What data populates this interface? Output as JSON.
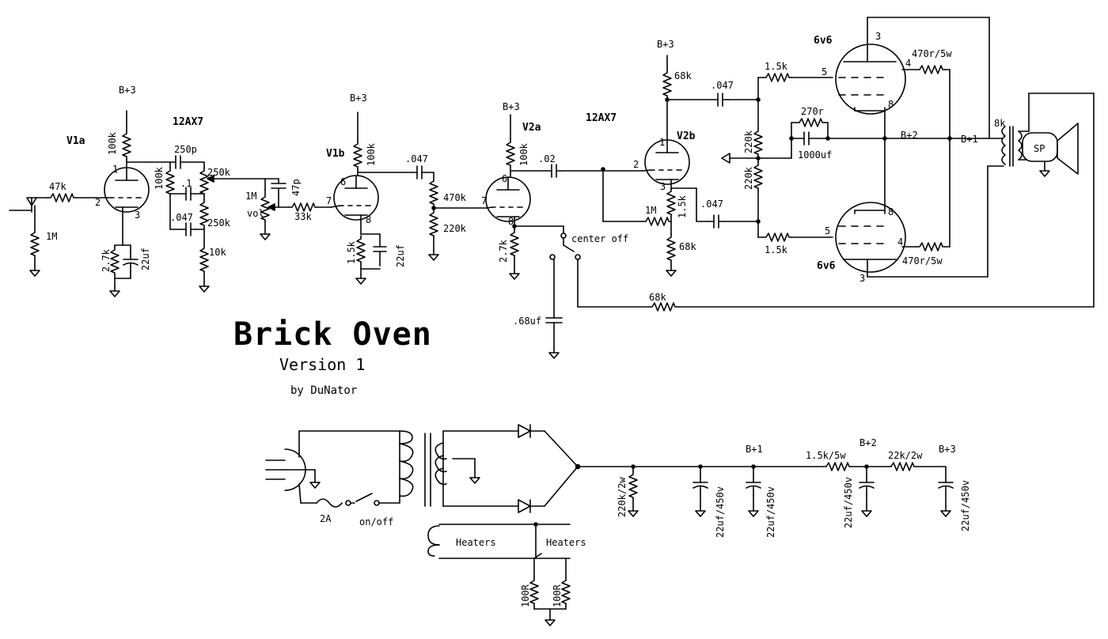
{
  "title": "Brick Oven",
  "subtitle": "Version 1",
  "author": "by DuNator",
  "tubes": {
    "v1a": "V1a",
    "v1b": "V1b",
    "v2a": "V2a",
    "v2b": "V2b",
    "type_a": "12AX7",
    "type_b": "12AX7",
    "power_top": "6v6",
    "power_bottom": "6v6"
  },
  "rails": {
    "b3": "B+3",
    "b2": "B+2",
    "b1": "B+1"
  },
  "labels": {
    "in_47k": "47k",
    "in_1M": "1M",
    "v1a_plate": "100k",
    "v1a_cath_r": "2.7k",
    "v1a_cath_c": "22uf",
    "tone_250p": "250p",
    "tone_100k": "100k",
    "tone_01": ".1",
    "tone_047": ".047",
    "tone_250k_a": "250k",
    "tone_250k_b": "250k",
    "tone_10k": "10k",
    "vol_1M": "1M",
    "vol": "vol",
    "vol_47p": "47p",
    "vol_33k": "33k",
    "v1b_plate": "100k",
    "v1b_cath_r": "1.5k",
    "v1b_cath_c": "22uf",
    "c_047_a": ".047",
    "r_470k": "470k",
    "r_220k": "220k",
    "v2a_plate": "100k",
    "c_02": ".02",
    "v2a_cath": "2.7k",
    "switch": "center off",
    "c_068": ".68uf",
    "pi_1M": "1M",
    "pi_1_5k": "1.5k",
    "pi_68k_b": "68k",
    "pi_68k_t": "68k",
    "c_047_b": ".047",
    "c_047_c": ".047",
    "r_1_5k_t": "1.5k",
    "r_1_5k_b": "1.5k",
    "r_220k_t": "220k",
    "r_220k_b": "220k",
    "r_270r": "270r",
    "c_1000uf": "1000uf",
    "r_470r_t": "470r/5w",
    "r_470r_b": "470r/5w",
    "ot_8k": "8k",
    "sp": "SP",
    "fb_68k": "68k",
    "fuse": "2A",
    "onoff": "on/off",
    "heaters_l": "Heaters",
    "heaters_r": "Heaters",
    "h_100r_a": "100R",
    "h_100r_b": "100R",
    "ps_220k": "220k/2w",
    "ps_c1": "22uf/450v",
    "ps_c2": "22uf/450v",
    "ps_c3": "22uf/450v",
    "ps_c4": "22uf/450v",
    "ps_r1": "1.5k/5w",
    "ps_r2": "22k/2w"
  },
  "pins": {
    "v1a_p": "1",
    "v1a_g": "2",
    "v1a_k": "3",
    "v1b_p": "6",
    "v1b_g": "7",
    "v1b_k": "8",
    "v2a_p": "6",
    "v2a_g": "7",
    "v2a_k": "8",
    "v2b_p": "1",
    "v2b_g": "2",
    "v2b_k": "3",
    "pt_3": "3",
    "pt_4": "4",
    "pt_5": "5",
    "pt_8": "8",
    "pb_3": "3",
    "pb_4": "4",
    "pb_5": "5",
    "pb_8": "8"
  }
}
